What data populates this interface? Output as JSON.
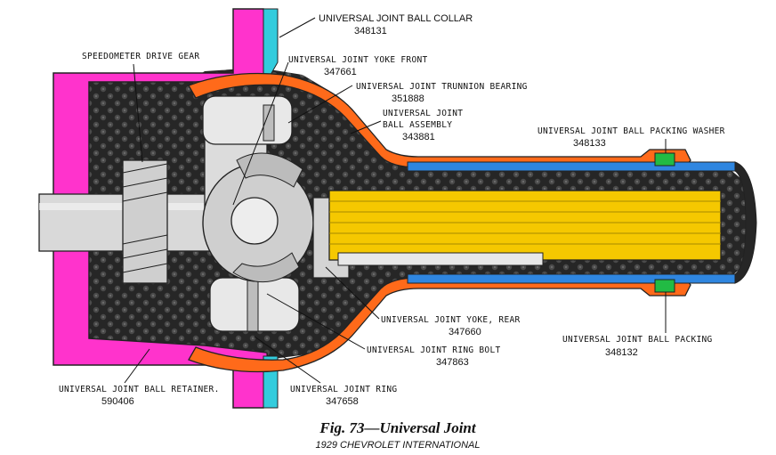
{
  "caption": {
    "title": "Fig. 73—Universal Joint",
    "subtitle": "1929 CHEVROLET INTERNATIONAL"
  },
  "labels": {
    "ball_collar": {
      "name": "UNIVERSAL JOINT BALL COLLAR",
      "part": "348131"
    },
    "speedo_gear": {
      "name": "SPEEDOMETER DRIVE GEAR"
    },
    "yoke_front": {
      "name": "UNIVERSAL JOINT YOKE FRONT",
      "part": "347661"
    },
    "trunnion_bearing": {
      "name": "UNIVERSAL JOINT TRUNNION BEARING",
      "part": "351888"
    },
    "ball_assembly": {
      "name_line1": "UNIVERSAL JOINT",
      "name_line2": "BALL ASSEMBLY",
      "part": "343881"
    },
    "packing_washer": {
      "name": "UNIVERSAL JOINT BALL PACKING WASHER",
      "part": "348133"
    },
    "yoke_rear": {
      "name": "UNIVERSAL JOINT YOKE, REAR",
      "part": "347660"
    },
    "ring_bolt": {
      "name": "UNIVERSAL JOINT RING BOLT",
      "part": "347863"
    },
    "ball_packing": {
      "name": "UNIVERSAL JOINT BALL PACKING",
      "part": "348132"
    },
    "ball_retainer": {
      "name": "UNIVERSAL JOINT BALL RETAINER.",
      "part": "590406"
    },
    "ring": {
      "name": "UNIVERSAL JOINT RING",
      "part": "347658"
    }
  },
  "colors": {
    "retainer": "#ff33cc",
    "collar": "#33ccdd",
    "ball_housing": "#ff6a1a",
    "tube": "#2f86e0",
    "shaft": "#f5c800",
    "packing": "#22bb44",
    "grease": "#2b2b2b"
  }
}
